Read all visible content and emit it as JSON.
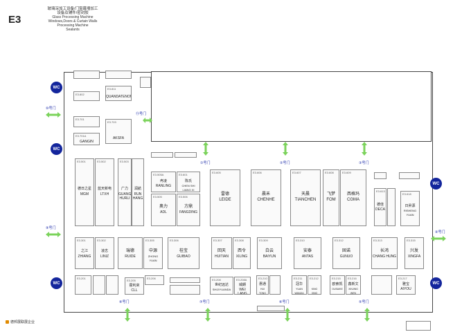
{
  "hall": "E3",
  "title": {
    "zh_line1": "玻璃深加工设备/门窗幕墙加工",
    "zh_line2": "设备及辅件/密封胶",
    "en_line1": "Glass Processing Machine",
    "en_line2": "Windows,Doors & Curtain Walls",
    "en_line3": "Processing Machine",
    "en_line4": "Sealants"
  },
  "wc_label": "WC",
  "gates": {
    "g1": "①号门",
    "g2": "②号门",
    "g3": "③号门",
    "g4": "④号门",
    "g5": "⑤号门",
    "g6": "⑥号门",
    "g7": "⑦号门",
    "g8": "⑧号门",
    "g9": "⑨号门",
    "g10": "⑩号门",
    "g11": "⑪号门"
  },
  "booths": {
    "e3501": {
      "num": "E3.501",
      "zh": "德日之星",
      "en": "MGM"
    },
    "e3502": {
      "num": "E3.502",
      "zh": "蓝天新电",
      "en": "LTXH"
    },
    "e3503": {
      "num": "E3.503",
      "zh": "广力",
      "en": "GUANG HURLI"
    },
    "e3503b": {
      "zh": "润航",
      "en": "RUN HANG"
    },
    "e3505a": {
      "num": "E3.505A",
      "zh": "冉凌",
      "en": "RANLING"
    },
    "e3505": {
      "num": "E3.505",
      "zh": "奥力",
      "en": "ADL"
    },
    "e3601": {
      "num": "E3.601",
      "zh": "陈氏",
      "en": "CHEN SHI LIANG XI"
    },
    "e3506": {
      "num": "E3.506",
      "zh": "方鼎",
      "en": "FANGDING"
    },
    "e3605": {
      "num": "E3.605",
      "zh": "雷德",
      "en": "LEIDE"
    },
    "e3606": {
      "num": "E3.606",
      "zh": "晨禾",
      "en": "CHENHE"
    },
    "e3607": {
      "num": "E3.607",
      "zh": "天晨",
      "en": "TIANCHEN"
    },
    "e3608": {
      "num": "E3.608",
      "zh": "飞梦",
      "en": "FOM"
    },
    "e3609": {
      "num": "E3.609",
      "zh": "西格玛",
      "en": "CGMA"
    },
    "e3613": {
      "num": "E3.613",
      "zh": "德佳",
      "en": "DECA"
    },
    "e3618": {
      "num": "E3.618",
      "zh": "日昇源",
      "en": "RISHENG YUAN"
    },
    "e3301": {
      "num": "E3.301",
      "zh": "之江",
      "en": "ZHIANG"
    },
    "e3302": {
      "num": "E3.302",
      "zh": "凌志",
      "en": "LINIZ"
    },
    "e3303": {
      "zh": "瑞德",
      "en": "RUIDE"
    },
    "e3305": {
      "num": "E3.305",
      "zh": "中源",
      "en": "ZHONG YUAN"
    },
    "e3306": {
      "num": "E3.306",
      "zh": "桂宝",
      "en": "GUIBAO"
    },
    "e3307": {
      "num": "E3.307",
      "zh": "回天",
      "en": "HUITIAN"
    },
    "e3308": {
      "num": "E3.308",
      "zh": "西令",
      "en": "XILING"
    },
    "e3309": {
      "num": "E3.309",
      "zh": "白云",
      "en": "BAIYUN"
    },
    "e3310": {
      "num": "E3.310",
      "zh": "安泰",
      "en": "ANTAS"
    },
    "e3312": {
      "num": "E3.312",
      "zh": "固诺",
      "en": "GUNUO"
    },
    "e3313": {
      "num": "E3.313",
      "zh": "长鸿",
      "en": "CHANG HUNG"
    },
    "e3315": {
      "num": "E3.315",
      "zh": "兴发",
      "en": "XINGFA"
    },
    "e3201": {
      "num": "E3.201",
      "zh": "",
      "en": ""
    },
    "e3205": {
      "num": "E3.205",
      "zh": "霍利來",
      "en": "CLL"
    },
    "e3206": {
      "num": "E3.206",
      "zh": "",
      "en": ""
    },
    "e3208": {
      "num": "E3.208",
      "zh": "世纪远达",
      "en": "SHIJIYUANDA"
    },
    "e3208a": {
      "num": "E3.208A",
      "zh": "威朗",
      "en": "WEI LANG"
    },
    "e3210": {
      "num": "E3.210",
      "zh": "惠通",
      "en": "HUI TONG"
    },
    "e3211": {
      "num": "E3.211",
      "zh": "冠华",
      "en": "YUAN WANJIA"
    },
    "e3212": {
      "num": "E3.212",
      "zh": "",
      "en": "KING XING"
    },
    "e3215": {
      "num": "E3.215",
      "zh": "欧索凯",
      "en": "OUSAIKE"
    },
    "e3216": {
      "num": "E3.216",
      "zh": "鑫新文",
      "en": "XINJING WEN"
    },
    "e3217": {
      "num": "E3.217",
      "zh": "雅宝",
      "en": "AIYOU"
    },
    "e3701": {
      "num": "E3.701",
      "zh": "",
      "en": ""
    },
    "e3701a": {
      "num": "E3.701A",
      "zh": "",
      "en": "GANGIN"
    },
    "e3811": {
      "num": "E3.811",
      "zh": "",
      "en": "QUANDATENON"
    },
    "e3802": {
      "num": "E3.802",
      "zh": "",
      "en": ""
    },
    "e3703": {
      "num": "E3.703",
      "zh": "",
      "en": "AKSFA"
    }
  },
  "footer": "德邦展联展企业"
}
